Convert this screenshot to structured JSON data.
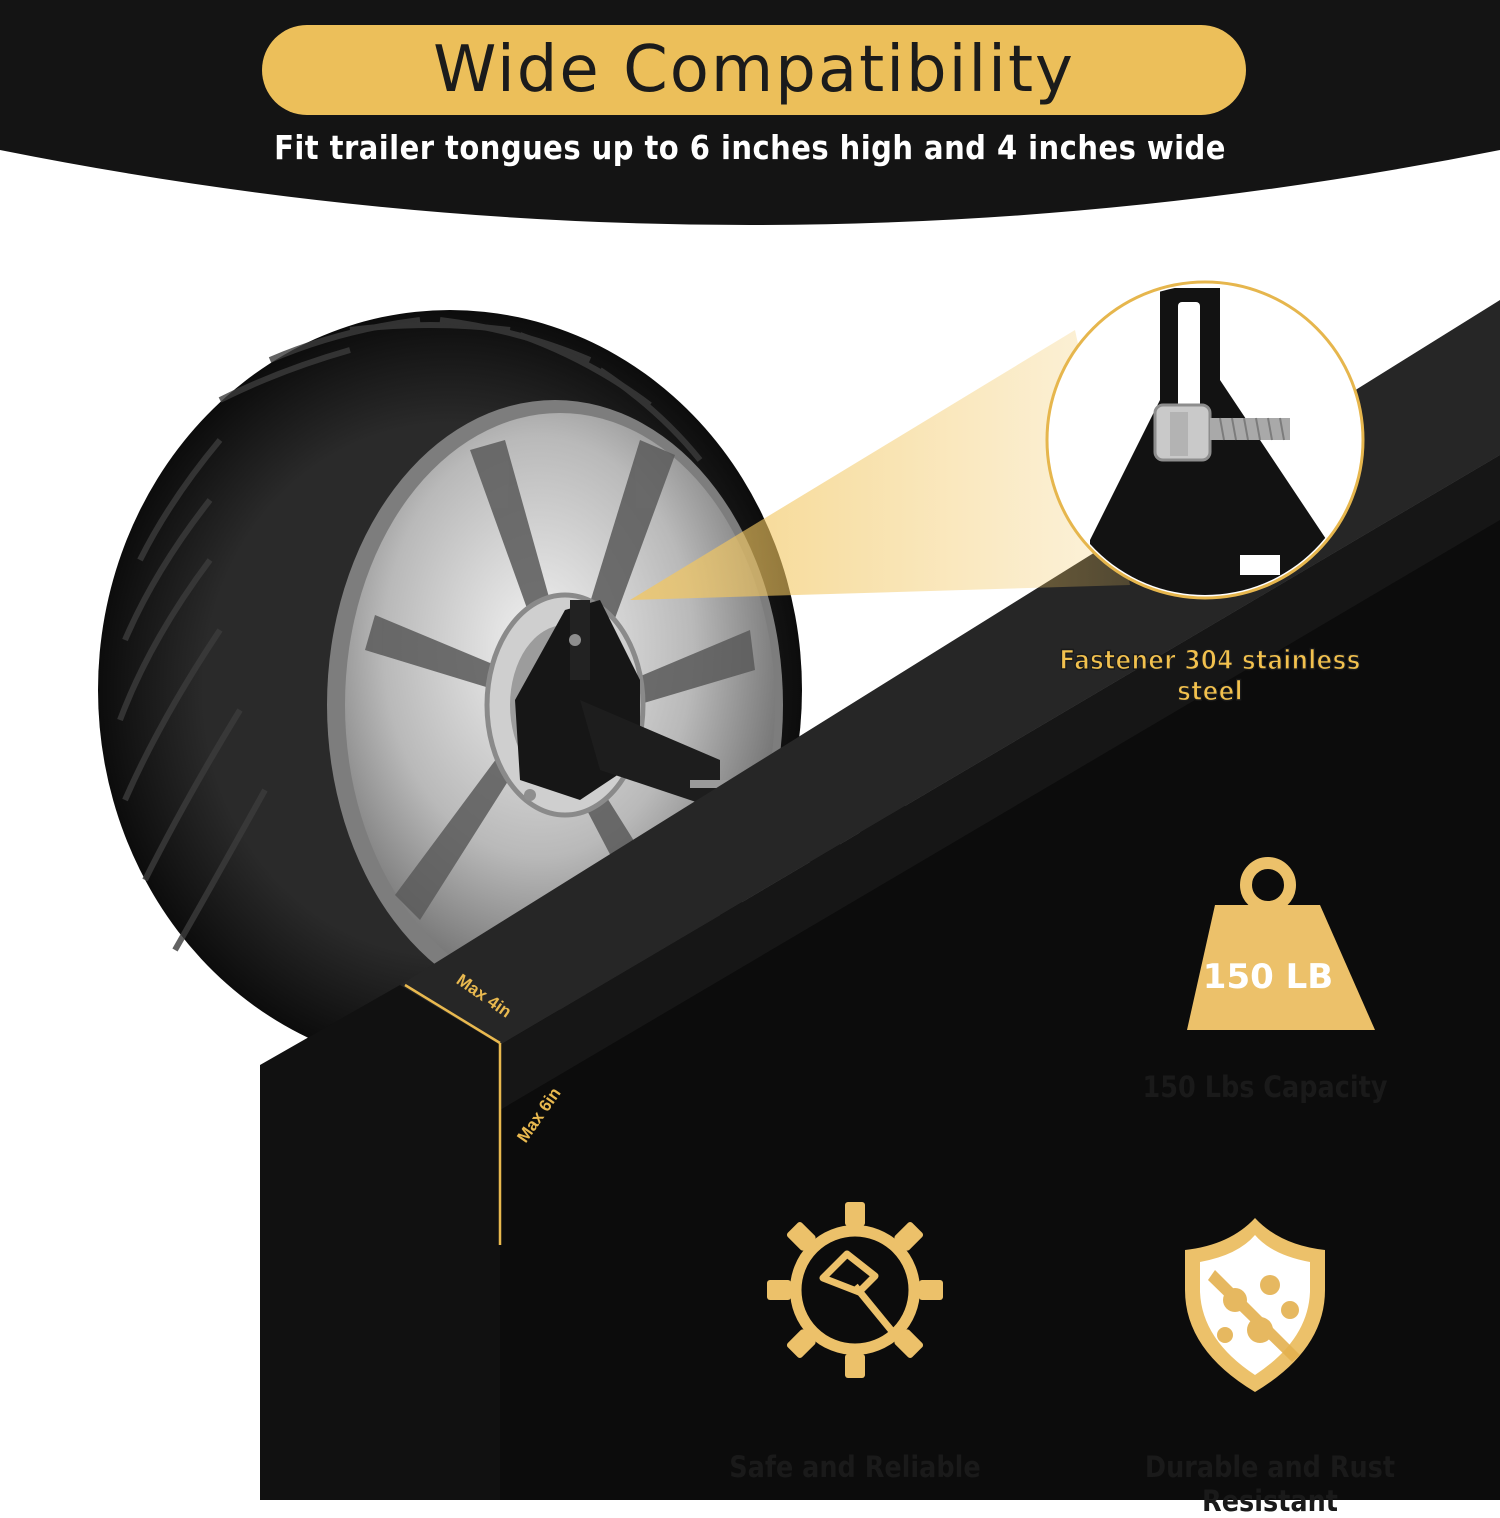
{
  "header": {
    "title": "Wide Compatibility",
    "subtitle": "Fit trailer tongues up to 6 inches high and 4 inches wide"
  },
  "callout": {
    "label": "Fastener 304 stainless steel"
  },
  "dimensions": {
    "width_label": "Max 4in",
    "height_label": "Max 6in"
  },
  "features": {
    "capacity_badge": "150 LB",
    "capacity_label": "150 Lbs Capacity",
    "safe_label": "Safe and Reliable",
    "durable_label": "Durable and Rust Resistant"
  },
  "colors": {
    "accent": "#ecbf5a",
    "header_bg": "#141414",
    "tongue": "#121212"
  },
  "icons": [
    "weight-icon",
    "gear-hammer-icon",
    "shield-icon"
  ]
}
